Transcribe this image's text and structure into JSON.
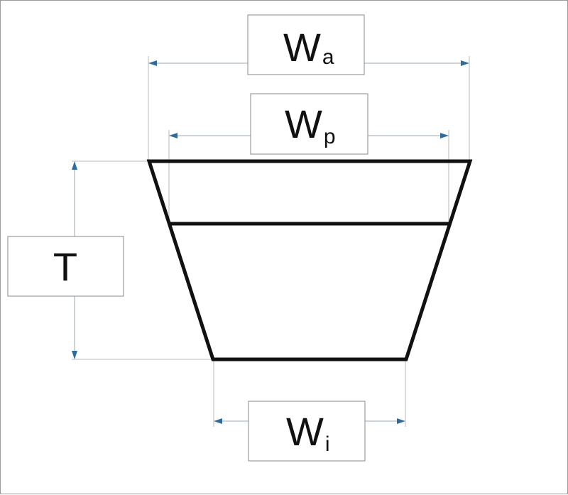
{
  "diagram": {
    "labels": {
      "wa": {
        "main": "W",
        "sub": "a"
      },
      "wp": {
        "main": "W",
        "sub": "p"
      },
      "wi": {
        "main": "W",
        "sub": "i"
      },
      "t": {
        "main": "T"
      }
    },
    "colors": {
      "outline": "#111111",
      "arrow": "#2f6d9f",
      "dimension_line": "#9aa7b3",
      "extension_line": "#b8b8b8",
      "label_border": "#8a8a8a"
    }
  }
}
